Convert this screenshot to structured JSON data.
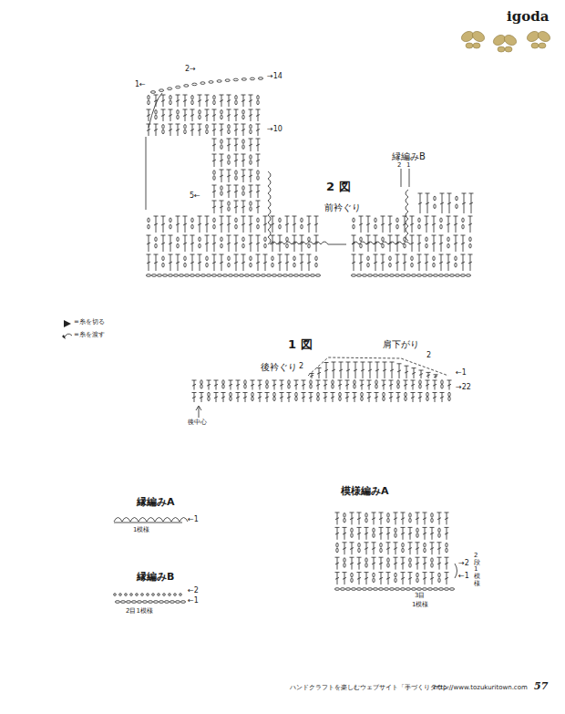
{
  "diagram": {
    "labels": [
      "igoda",
      "2→",
      "1←",
      "→14",
      "→10",
      "5←",
      "縁編みB",
      "2",
      "1",
      "2 図",
      "前衿ぐり",
      "1 図",
      "肩下がり",
      "後衿ぐり",
      "2",
      "2",
      "←1",
      "→22",
      "後中心",
      "縁編みA",
      "←1",
      "1模様",
      "縁編みB",
      "←2",
      "←1",
      "2目1模様",
      "模様編みA",
      "→2",
      "←1",
      "2段1模様",
      "3目",
      "1模様",
      "ハンドクラフトを楽しむウェブサイト「手づくりタウン」",
      "http://www.tozukuritown.com",
      "57"
    ],
    "legend": [
      {
        "text": "=糸を切る"
      },
      {
        "text": "=糸を渡す"
      }
    ]
  }
}
